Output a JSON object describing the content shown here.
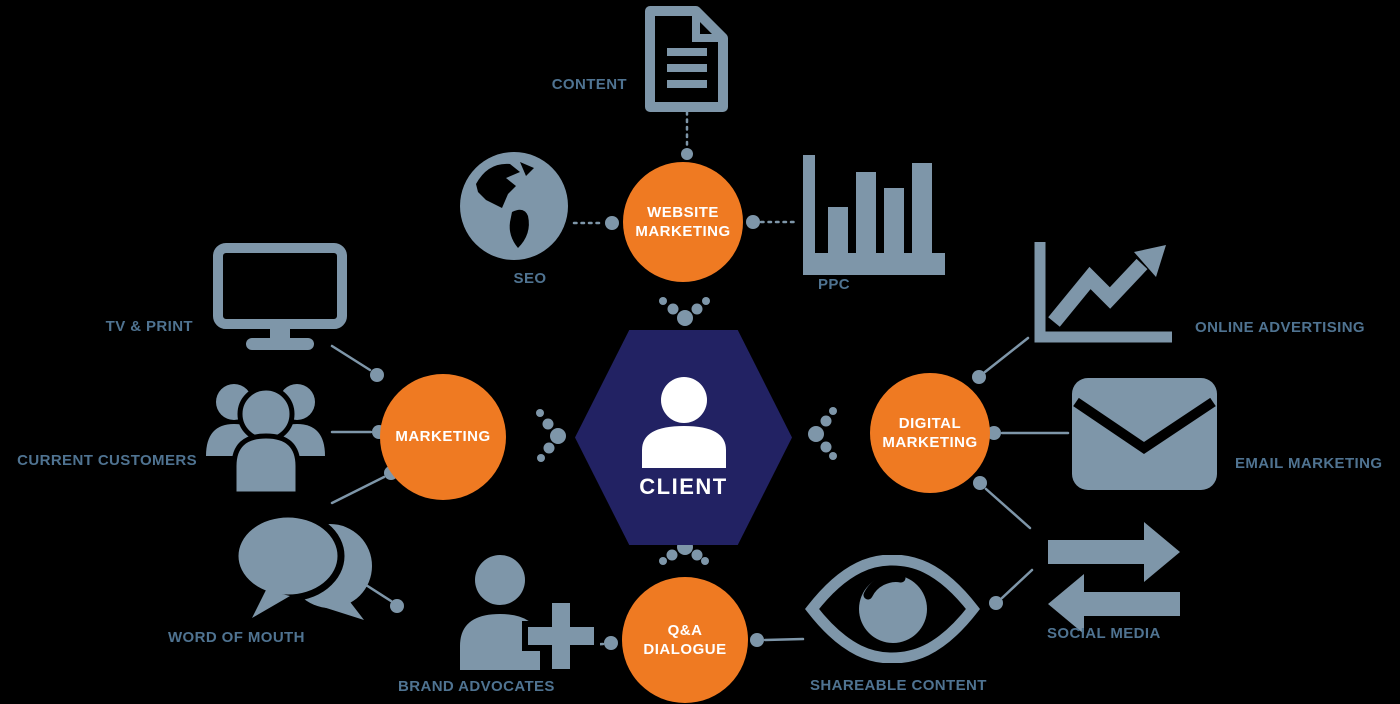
{
  "title": "Client marketing channels diagram",
  "colors": {
    "background": "#000000",
    "orange": "#ef7a22",
    "navy": "#222263",
    "slate": "#7e96a9",
    "label_text": "#4f7391",
    "white": "#ffffff"
  },
  "center": {
    "label": "CLIENT",
    "icon": "person-icon"
  },
  "nodes": [
    {
      "id": "website-marketing",
      "line1": "WEBSITE",
      "line2": "MARKETING"
    },
    {
      "id": "marketing",
      "line1": "MARKETING",
      "line2": ""
    },
    {
      "id": "digital-marketing",
      "line1": "DIGITAL",
      "line2": "MARKETING"
    },
    {
      "id": "qa-dialogue",
      "line1": "Q&A",
      "line2": "DIALOGUE"
    }
  ],
  "satellites": [
    {
      "id": "content",
      "label": "CONTENT",
      "icon": "document-icon",
      "connected_to": "website-marketing"
    },
    {
      "id": "seo",
      "label": "SEO",
      "icon": "globe-icon",
      "connected_to": "website-marketing"
    },
    {
      "id": "ppc",
      "label": "PPC",
      "icon": "bar-chart-icon",
      "connected_to": "website-marketing"
    },
    {
      "id": "tv-print",
      "label": "TV & PRINT",
      "icon": "monitor-icon",
      "connected_to": "marketing"
    },
    {
      "id": "current-customers",
      "label": "CURRENT CUSTOMERS",
      "icon": "people-icon",
      "connected_to": "marketing"
    },
    {
      "id": "word-of-mouth",
      "label": "WORD OF MOUTH",
      "icon": "speech-bubbles-icon",
      "connected_to": "marketing"
    },
    {
      "id": "brand-advocates",
      "label": "BRAND ADVOCATES",
      "icon": "add-user-icon",
      "connected_to": "qa-dialogue"
    },
    {
      "id": "shareable-content",
      "label": "SHAREABLE CONTENT",
      "icon": "eye-icon",
      "connected_to": "qa-dialogue"
    },
    {
      "id": "social-media",
      "label": "SOCIAL MEDIA",
      "icon": "double-arrows-icon",
      "connected_to": "digital-marketing"
    },
    {
      "id": "email-marketing",
      "label": "EMAIL MARKETING",
      "icon": "envelope-icon",
      "connected_to": "digital-marketing"
    },
    {
      "id": "online-advertising",
      "label": "ONLINE ADVERTISING",
      "icon": "growth-chart-icon",
      "connected_to": "digital-marketing"
    }
  ]
}
